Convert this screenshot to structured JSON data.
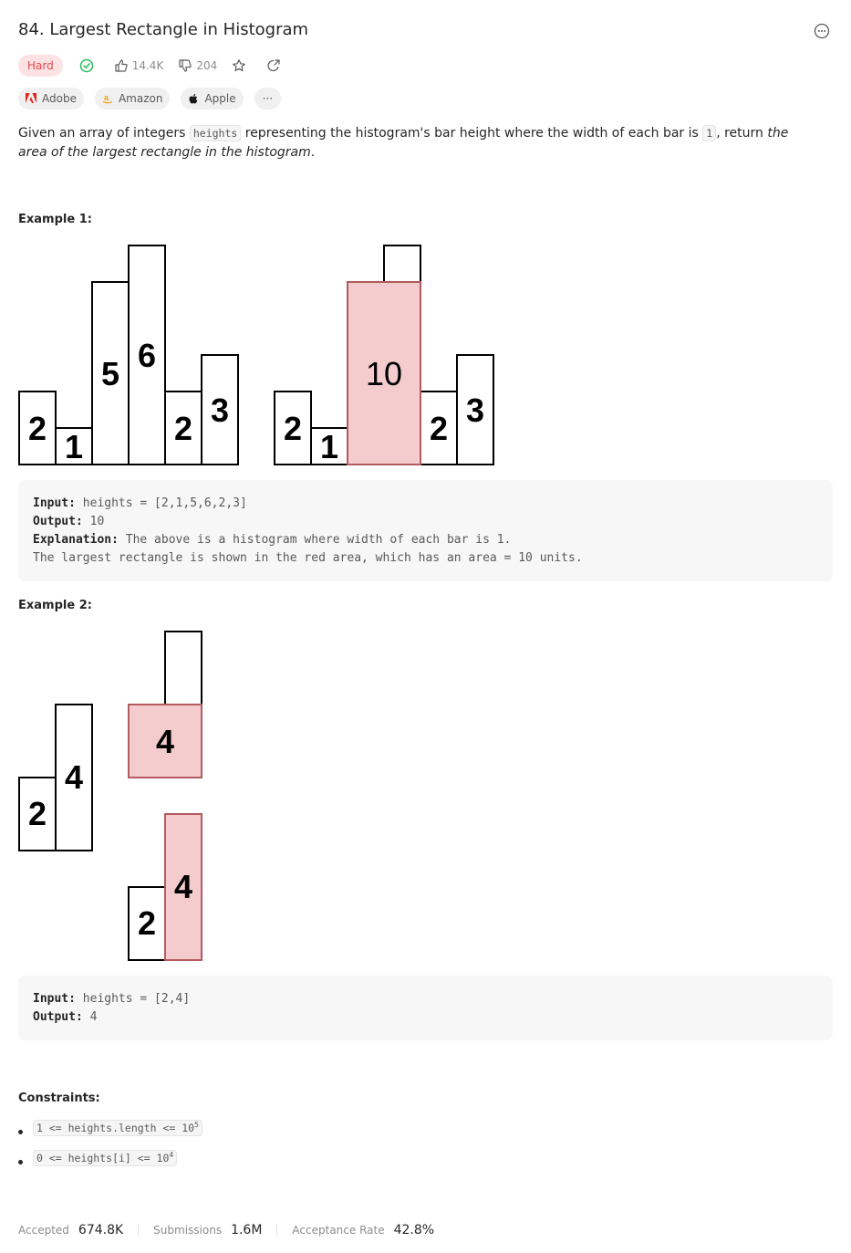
{
  "problem": {
    "title": "84. Largest Rectangle in Histogram",
    "difficulty": "Hard",
    "likes": "14.4K",
    "dislikes": "204"
  },
  "companies": [
    {
      "name": "Adobe",
      "icon": "adobe-logo"
    },
    {
      "name": "Amazon",
      "icon": "amazon-logo"
    },
    {
      "name": "Apple",
      "icon": "apple-logo"
    }
  ],
  "more_tags_label": "···",
  "description": {
    "part1": "Given an array of integers ",
    "code1": "heights",
    "part2": " representing the histogram's bar height where the width of each bar is ",
    "code2": "1",
    "part3": ", return ",
    "italic": "the area of the largest rectangle in the histogram",
    "part4": "."
  },
  "example1": {
    "heading": "Example 1:",
    "left_heights": [
      "2",
      "1",
      "5",
      "6",
      "2",
      "3"
    ],
    "right_labels": [
      "2",
      "1",
      "10",
      "2",
      "3"
    ],
    "input_label": "Input:",
    "input_value": " heights = [2,1,5,6,2,3]",
    "output_label": "Output:",
    "output_value": " 10",
    "explanation_label": "Explanation:",
    "explanation_value": " The above is a histogram where width of each bar is 1.",
    "explanation_line2": "The largest rectangle is shown in the red area, which has an area = 10 units."
  },
  "example2": {
    "heading": "Example 2:",
    "labels": [
      "2",
      "4",
      "4",
      "2",
      "4"
    ],
    "input_label": "Input:",
    "input_value": " heights = [2,4]",
    "output_label": "Output:",
    "output_value": " 4"
  },
  "constraints": {
    "heading": "Constraints:",
    "items": [
      {
        "text": "1 <= heights.length <= 10",
        "sup": "5"
      },
      {
        "text": "0 <= heights[i] <= 10",
        "sup": "4"
      }
    ]
  },
  "footer": {
    "accepted_label": "Accepted",
    "accepted_value": "674.8K",
    "submissions_label": "Submissions",
    "submissions_value": "1.6M",
    "rate_label": "Acceptance Rate",
    "rate_value": "42.8%"
  },
  "colors": {
    "highlight_fill": "#f5cccd",
    "highlight_stroke": "#b35a5e",
    "difficulty_bg": "#fde2e4",
    "difficulty_text": "#e5484d",
    "solved_check": "#2cbb5d"
  }
}
